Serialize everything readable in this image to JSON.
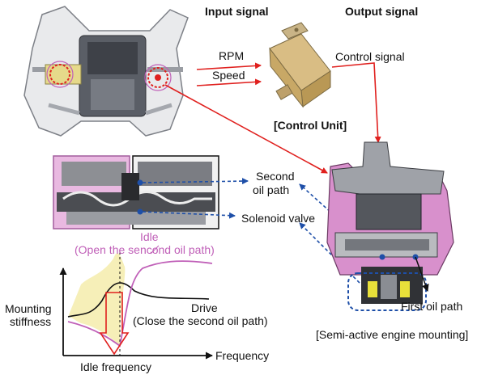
{
  "header": {
    "input_signal": "Input signal",
    "output_signal": "Output signal"
  },
  "signals": {
    "rpm": "RPM",
    "speed": "Speed",
    "control": "Control signal"
  },
  "control_unit": {
    "caption": "[Control Unit]"
  },
  "oil_path": {
    "second_line1": "Second",
    "second_line2": "oil path",
    "solenoid": "Solenoid valve",
    "first": "First oil path"
  },
  "mount": {
    "caption": "[Semi-active engine mounting]"
  },
  "graph": {
    "idle_title": "Idle",
    "idle_sub": "(Open the sencond oil path)",
    "y_label1": "Mounting",
    "y_label2": "stiffness",
    "drive": "Drive",
    "drive_sub": "(Close the second oil path)",
    "x_label": "Frequency",
    "idle_freq": "Idle frequency"
  },
  "colors": {
    "signal_arrow": "#e0201e",
    "dashed_arrow": "#1e4fa8",
    "idle_curve": "#c060b8",
    "drive_curve": "#111111",
    "fill_region": "#f6efb8",
    "mount_rubber": "#d890cc"
  }
}
